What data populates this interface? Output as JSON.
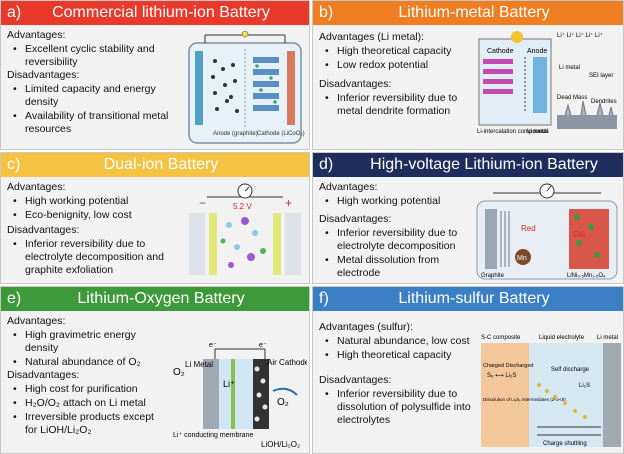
{
  "colors": {
    "a": "#e8392a",
    "b": "#ef7d22",
    "c": "#f5c242",
    "d": "#1f2d5c",
    "e": "#3d9a3a",
    "f": "#3b7fc4"
  },
  "panels": {
    "a": {
      "letter": "a)",
      "title": "Commercial lithium-ion Battery",
      "adv_label": "Advantages:",
      "advantages": [
        "Excellent cyclic stability and reversibility"
      ],
      "dis_label": "Disadvantages:",
      "disadvantages": [
        "Limited capacity and energy density",
        "Availability of transitional metal resources"
      ],
      "fig": {
        "anode": "Anode (graphite)",
        "cathode": "Cathode (LiCoO₂)"
      }
    },
    "b": {
      "letter": "b)",
      "title": "Lithium-metal Battery",
      "adv_label": "Advantages (Li metal):",
      "advantages": [
        "High theoretical capacity",
        "Low redox potential"
      ],
      "dis_label": "Disadvantages:",
      "disadvantages": [
        "Inferior reversibility due to metal dendrite formation"
      ],
      "fig": {
        "cathode": "Cathode",
        "anode": "Anode",
        "li_compounds": "Li-intercalation compounds",
        "li_metal": "Li metal",
        "li_metal2": "Li metal",
        "sei": "SEI layer",
        "dead": "Dead Mass",
        "dendrites": "Dendrites",
        "li_ions": "Li⁺ Li⁺ Li⁺ Li⁺ Li⁺"
      }
    },
    "c": {
      "letter": "c)",
      "title": "Dual-ion Battery",
      "adv_label": "Advantages:",
      "advantages": [
        "High working potential",
        "Eco-benignity, low cost"
      ],
      "dis_label": "Disadvantages:",
      "disadvantages": [
        "Inferior reversibility due to electrolyte decomposition and graphite exfoliation"
      ],
      "fig": {
        "voltage": "5.2 V",
        "minus": "−",
        "plus": "+"
      }
    },
    "d": {
      "letter": "d)",
      "title": "High-voltage Lithium-ion Battery",
      "adv_label": "Advantages:",
      "advantages": [
        "High working potential"
      ],
      "dis_label": "Disadvantages:",
      "disadvantages": [
        "Inferior reversibility due to electrolyte decomposition",
        "Metal dissolution from electrode"
      ],
      "fig": {
        "graphite": "Graphite",
        "cathode": "LiNi₀.₅Mn₁.₅O₄",
        "red": "Red",
        "oxi": "Oxi",
        "mn": "Mn"
      }
    },
    "e": {
      "letter": "e)",
      "title": "Lithium-Oxygen Battery",
      "adv_label": "Advantages:",
      "advantages": [
        "High gravimetric energy density",
        "Natural abundance of O₂"
      ],
      "dis_label": "Disadvantages:",
      "disadvantages": [
        "High cost for purification",
        "H₂O/O₂ attach on Li metal",
        "Irreversible products except for LiOH/Li₂O₂"
      ],
      "fig": {
        "o2_left": "O₂",
        "li_metal": "Li Metal",
        "air": "Air Cathode",
        "li_ion": "Li⁺",
        "o2_right": "O₂",
        "membrane": "Li⁺ conducting membrane",
        "products": "LiOH/Li₂O₂",
        "e1": "e⁻",
        "e2": "e⁻"
      }
    },
    "f": {
      "letter": "f)",
      "title": "Lithium-sulfur Battery",
      "adv_label": "Advantages (sulfur):",
      "advantages": [
        "Natural abundance, low cost",
        "High theoretical capacity"
      ],
      "dis_label": "Disadvantages:",
      "disadvantages": [
        "Inferior reversibility due to dissolution of polysulfide into electrolytes"
      ],
      "fig": {
        "sc": "S-C composite",
        "liquid": "Liquid electrolyte",
        "metal": "Li metal",
        "charged": "Charged Discharged",
        "reaction": "S₈ ⟷ Li₂S",
        "dissolution": "Dissolution of LiₓSᵧ intermediates (2<x<8)",
        "self": "Self discharge",
        "li2s": "Li₂S",
        "shuttle": "Charge shuttling"
      }
    }
  }
}
